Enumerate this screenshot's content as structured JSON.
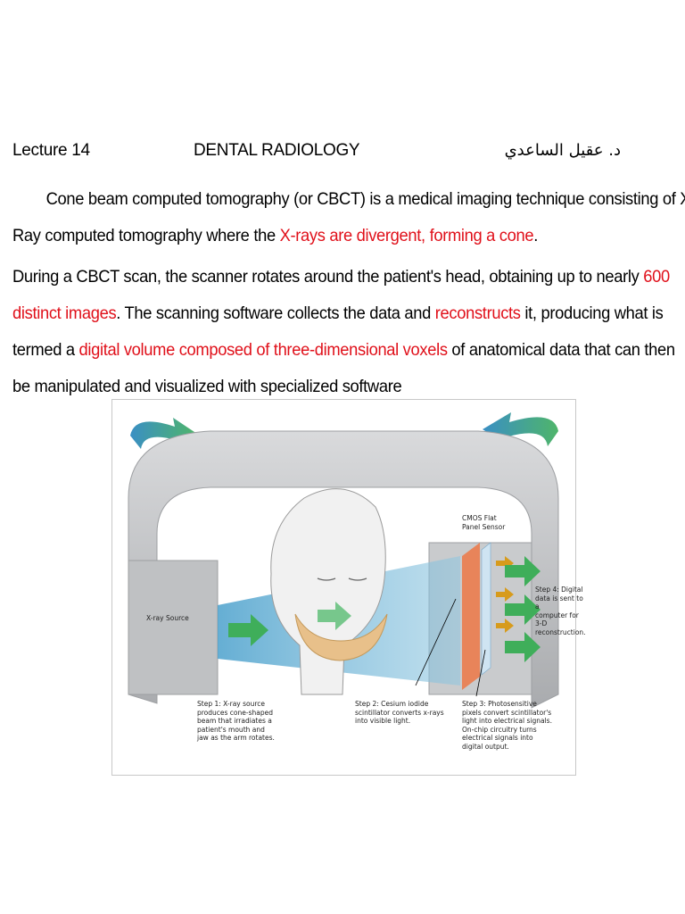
{
  "header": {
    "left": "Lecture 14",
    "center": "DENTAL RADIOLOGY",
    "right": "د. عقيل الساعدي"
  },
  "paragraph1": {
    "part1": "Cone beam computed tomography (or CBCT) is a medical imaging technique consisting of X-Ray computed tomography where the ",
    "highlight1": "X-rays are divergent, forming a cone",
    "part2": "."
  },
  "paragraph2": {
    "part1": "During a CBCT scan, the scanner rotates around the patient's head, obtaining up to nearly ",
    "highlight1": "600 distinct images",
    "part2": ". The scanning software collects the data and ",
    "highlight2": "reconstructs",
    "part3": " it, producing what is termed a ",
    "highlight3": "digital volume composed of three-dimensional voxels",
    "part4": " of anatomical data that can then be manipulated and visualized with specialized software"
  },
  "figure": {
    "xray_source": "X-ray Source",
    "sensor_label": "CMOS Flat\nPanel Sensor",
    "step1": "Step 1: X-ray source\nproduces cone-shaped\nbeam that irradiates a\npatient's mouth and\njaw as the arm rotates.",
    "step2": "Step 2: Cesium iodide\nscintillator converts x-rays\ninto visible light.",
    "step3": "Step 3: Photosensitive\npixels convert scintillator's\nlight into electrical signals.\nOn-chip circuitry turns\nelectrical signals into\ndigital output.",
    "step4": "Step 4: Digital\ndata is sent to a\ncomputer for 3-D\nreconstruction."
  },
  "colors": {
    "highlight": "#e0101a",
    "arm": "#b9bbbd",
    "arrow_green": "#3fae5a",
    "sensor_orange": "#e8845a"
  }
}
